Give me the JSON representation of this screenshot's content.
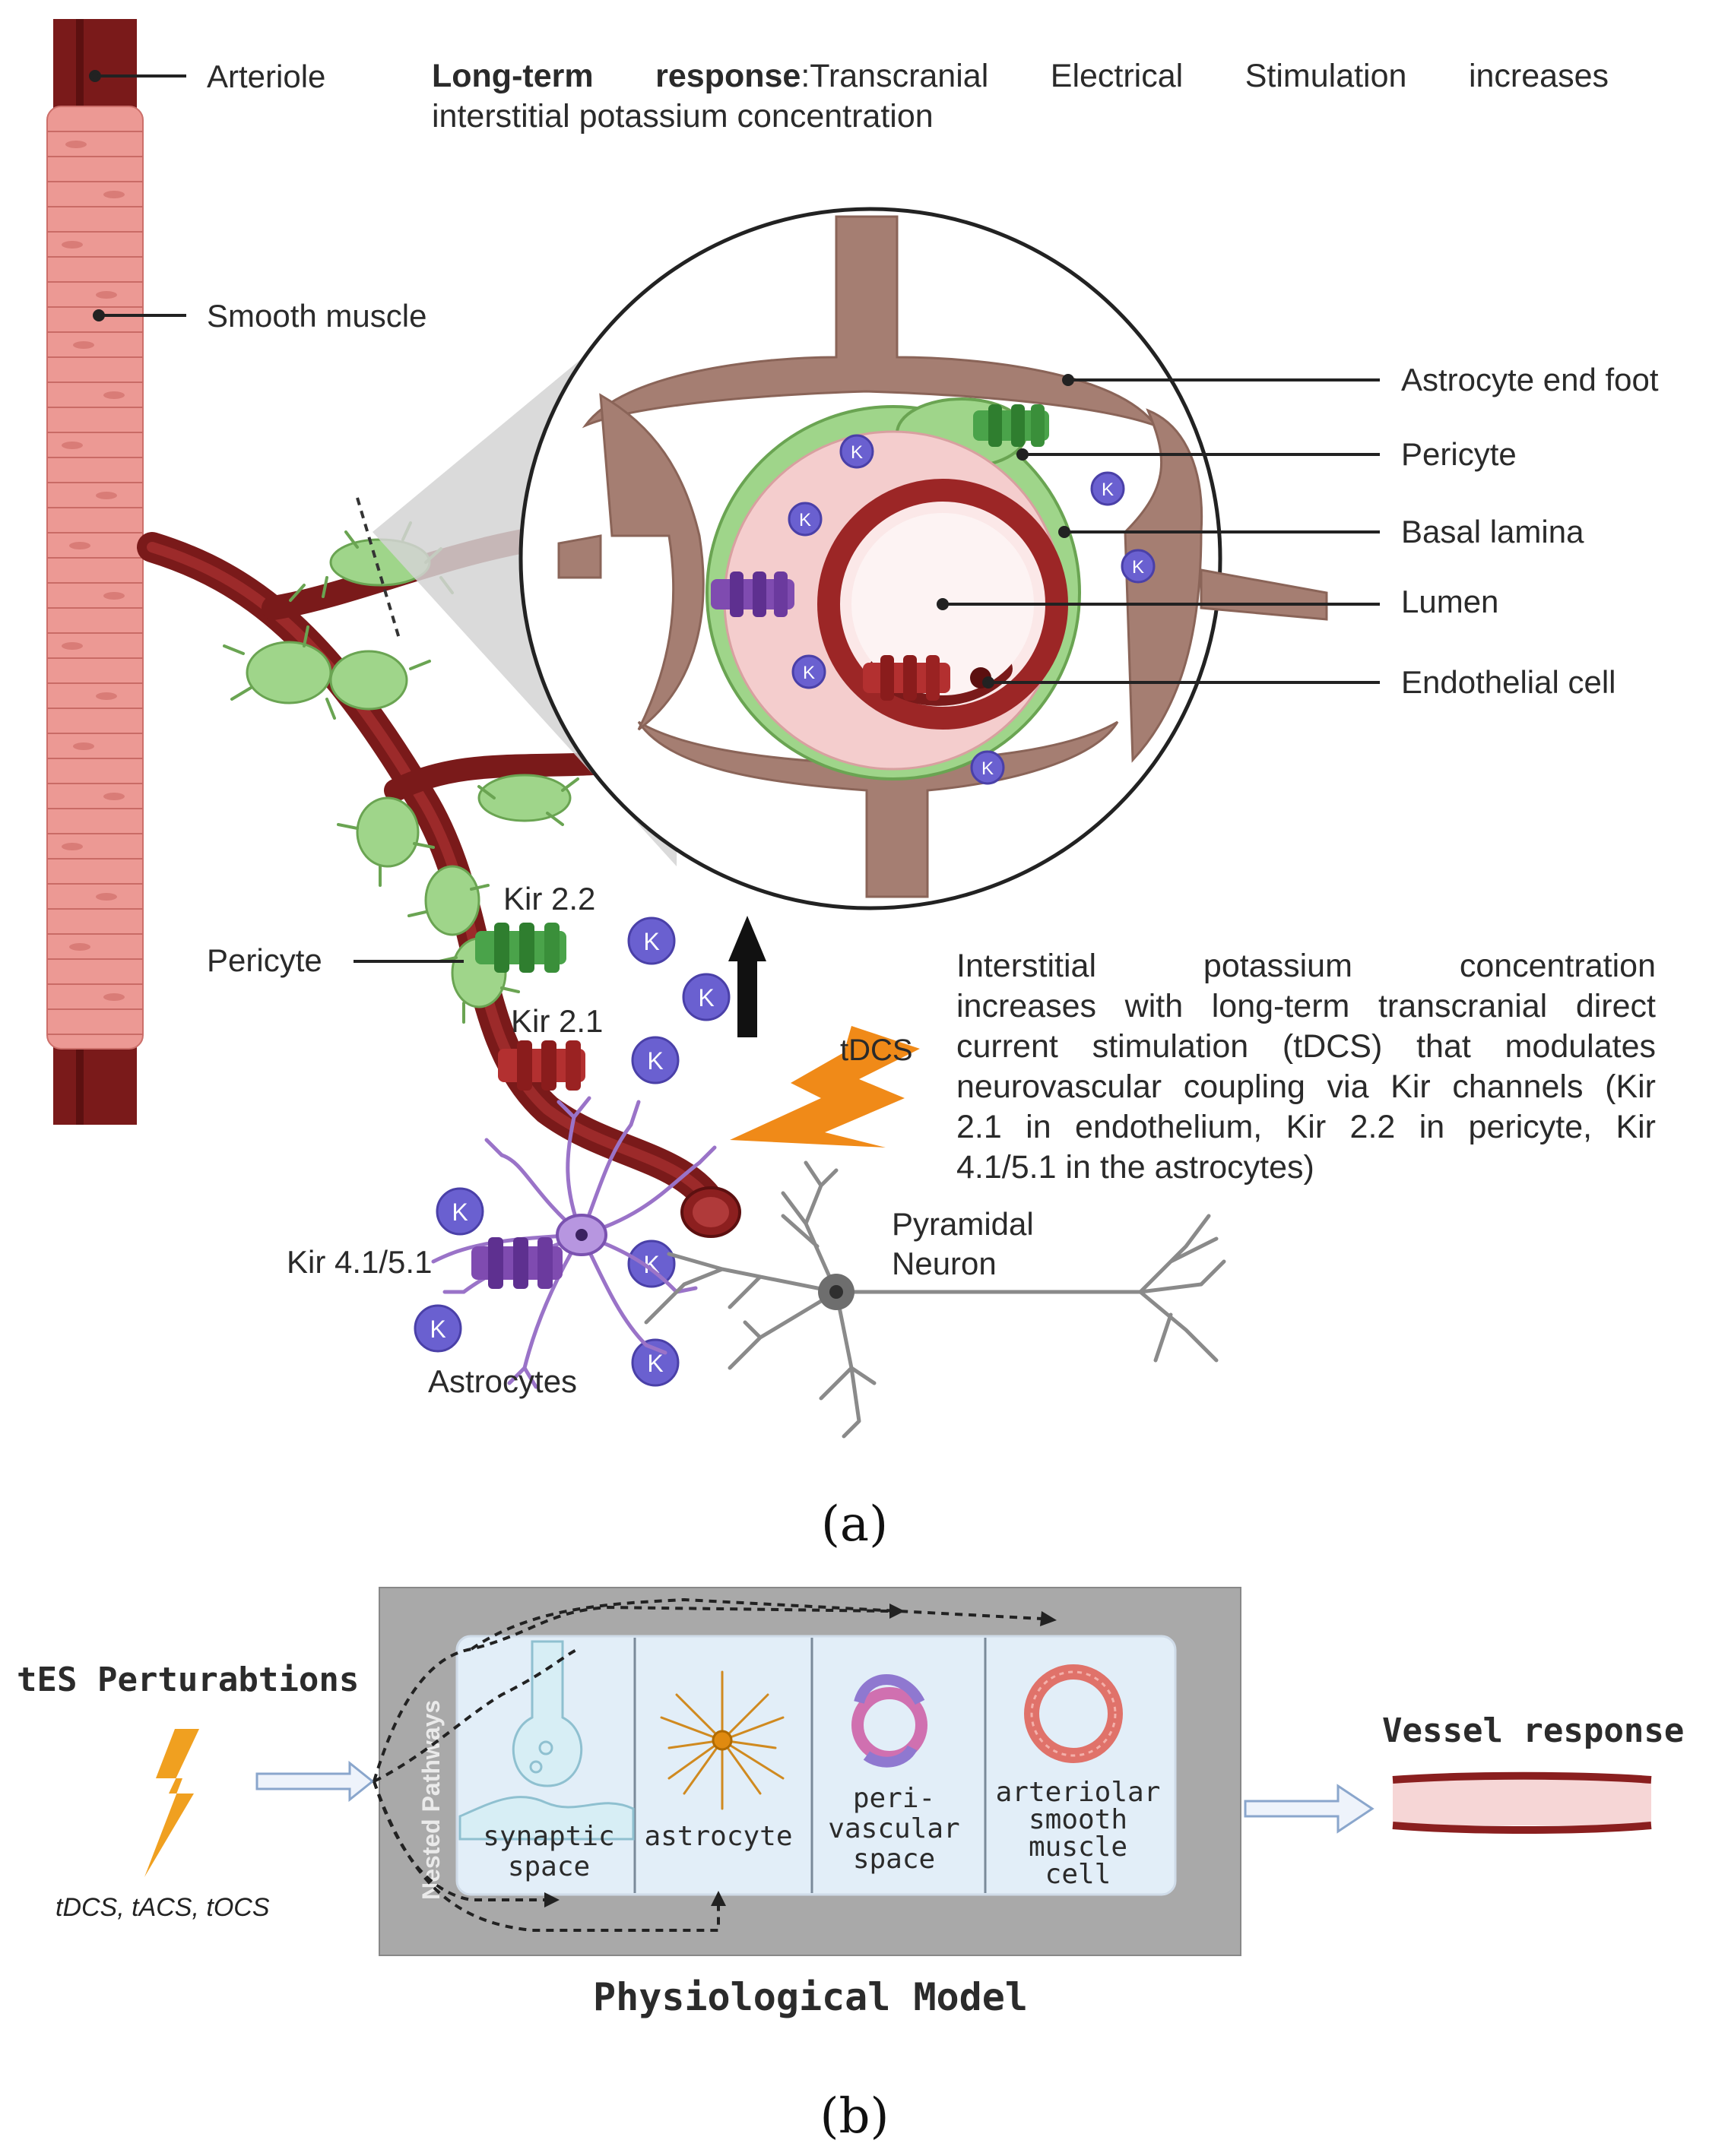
{
  "panel_a": {
    "top_note_bold": "Long-term response",
    "top_note_line1_rest": ":Transcranial Electrical Stimulation increases",
    "top_note_line2": "interstitial potassium concentration",
    "labels": {
      "arteriole": "Arteriole",
      "smooth_muscle": "Smooth muscle",
      "astrocyte_end_foot": "Astrocyte end foot",
      "pericyte_inset": "Pericyte",
      "basal_lamina": "Basal lamina",
      "lumen": "Lumen",
      "endothelial_cell": "Endothelial cell",
      "pericyte_left": "Pericyte",
      "kir22": "Kir 2.2",
      "kir21": "Kir 2.1",
      "kir4151": "Kir 4.1/5.1",
      "astrocytes": "Astrocytes",
      "pyramidal_line1": "Pyramidal",
      "pyramidal_line2": "Neuron",
      "tdcs": "tDCS",
      "potassium_ion": "K"
    },
    "side_note_lines": [
      "Interstitial potassium concentration",
      "increases with long-term transcranial direct",
      "current stimulation (tDCS) that modulates",
      "neurovascular coupling via Kir channels (Kir",
      "2.1 in endothelium, Kir 2.2 in pericyte, Kir",
      "4.1/5.1 in the astrocytes)"
    ],
    "caption": "(a)"
  },
  "panel_b": {
    "input_title": "tES Perturabtions",
    "input_sub": "tDCS, tACS, tOCS",
    "nested_label": "Nested Pathways",
    "compartments": [
      {
        "line1": "synaptic",
        "line2": "space"
      },
      {
        "line1": "astrocyte",
        "line2": ""
      },
      {
        "line1": "peri-",
        "line2": "vascular",
        "line3": "space"
      },
      {
        "line1": "arteriolar",
        "line2": "smooth",
        "line3": "muscle",
        "line4": "cell"
      }
    ],
    "model_title": "Physiological Model",
    "output_title": "Vessel response",
    "caption": "(b)"
  },
  "colors": {
    "vessel": "#7a1a1a",
    "smooth_muscle": "#e8908c",
    "pericyte": "#9fd58a",
    "astrocyte_foot": "#a57e72",
    "ion": "#6a60d0",
    "tdcs": "#f08a18",
    "astrocyte_cell": "#9a73c8",
    "neuron": "#7d7d7d",
    "model_box": "#a9a9a9",
    "compartment_bg": "#e2eef8"
  }
}
